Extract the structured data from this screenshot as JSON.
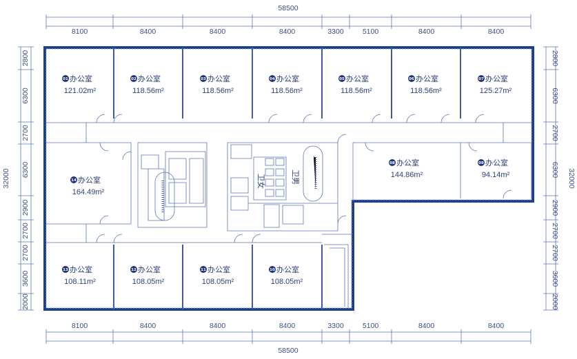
{
  "plan": {
    "total_width_label": "58500",
    "total_depth_label": "32000",
    "top_dims": [
      "8100",
      "8400",
      "8400",
      "8400",
      "3300",
      "5100",
      "8400",
      "8400"
    ],
    "bottom_dims": [
      "8100",
      "8400",
      "8400",
      "8400",
      "3300",
      "5100",
      "8400",
      "8400"
    ],
    "left_dims": [
      "2800",
      "6300",
      "2700",
      "6300",
      "2900",
      "2700",
      "2700",
      "3600",
      "2000"
    ],
    "right_dims": [
      "2800",
      "6300",
      "2700",
      "6300",
      "2900",
      "2700",
      "2700",
      "3600",
      "2000"
    ],
    "rooms": [
      {
        "no": "01",
        "name": "办公室",
        "area": "121.02m²"
      },
      {
        "no": "02",
        "name": "办公室",
        "area": "118.56m²"
      },
      {
        "no": "03",
        "name": "办公室",
        "area": "118.56m²"
      },
      {
        "no": "04",
        "name": "办公室",
        "area": "118.56m²"
      },
      {
        "no": "05",
        "name": "办公室",
        "area": "118.56m²"
      },
      {
        "no": "06",
        "name": "办公室",
        "area": "118.56m²"
      },
      {
        "no": "07",
        "name": "办公室",
        "area": "125.27m²"
      },
      {
        "no": "08",
        "name": "办公室",
        "area": "144.86m²"
      },
      {
        "no": "09",
        "name": "办公室",
        "area": "94.14m²"
      },
      {
        "no": "10",
        "name": "办公室",
        "area": "108.05m²"
      },
      {
        "no": "11",
        "name": "办公室",
        "area": "108.05m²"
      },
      {
        "no": "12",
        "name": "办公室",
        "area": "108.05m²"
      },
      {
        "no": "13",
        "name": "办公室",
        "area": "108.11m²"
      },
      {
        "no": "14",
        "name": "办公室",
        "area": "164.49m²"
      }
    ],
    "toilet_female": "卫女",
    "toilet_male": "卫男",
    "colors": {
      "wall": "#1e3e8e",
      "line": "#5a74b8",
      "text": "#2c3f7c"
    }
  }
}
